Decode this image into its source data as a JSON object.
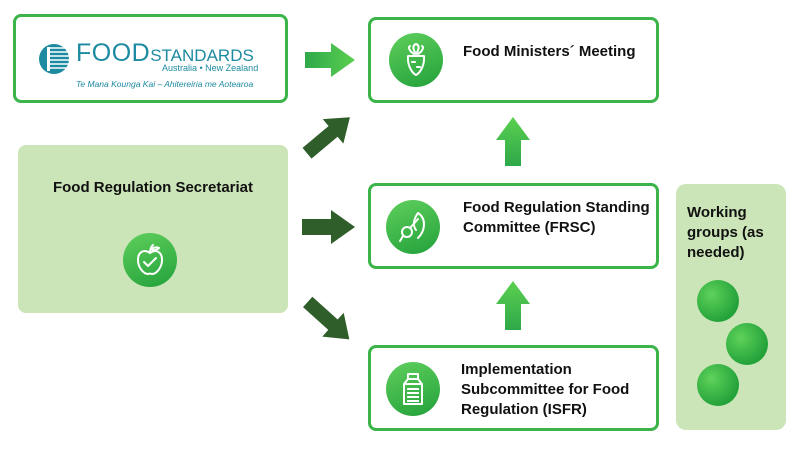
{
  "logo": {
    "food": "FOOD",
    "standards": "STANDARDS",
    "region": "Australia • New Zealand",
    "maori": "Te Mana Kounga Kai – Ahitereiria me Aotearoa"
  },
  "nodes": {
    "ministers": "Food Ministers´ Meeting",
    "frsc": "Food Regulation Standing Committee (FRSC)",
    "isfr": "Implementation Subcommittee for Food Regulation (ISFR)",
    "secretariat": "Food Regulation Secretariat",
    "working_groups": "Working groups (as needed)"
  },
  "icons": {
    "ministers": "carrot-icon",
    "frsc": "utensils-icon",
    "isfr": "milk-carton-icon",
    "secretariat": "apple-check-icon"
  },
  "colors": {
    "box_border": "#3bb54a",
    "panel_fill": "#cbe5b8",
    "arrow_bright": "#3bb54a",
    "arrow_dark": "#2f5e2a",
    "brand_teal": "#1c8aa0"
  }
}
